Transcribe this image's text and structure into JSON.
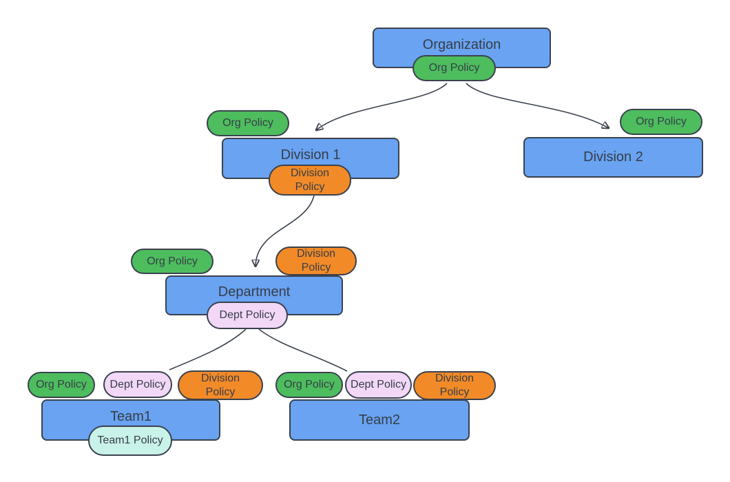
{
  "colors": {
    "node_fill": "#69A3F2",
    "org_green": "#4DBD5E",
    "division_orange": "#F28A28",
    "dept_lavender": "#F2D7F7",
    "team_mint": "#C9F2E9",
    "stroke": "#3A414D",
    "text": "#363D47"
  },
  "diagram": {
    "type": "hierarchy",
    "nodes": [
      {
        "id": "organization",
        "label": "Organization",
        "pills": [
          {
            "type": "org",
            "label": "Org Policy"
          }
        ]
      },
      {
        "id": "division-1",
        "label": "Division 1",
        "pills": [
          {
            "type": "org",
            "label": "Org Policy"
          },
          {
            "type": "division",
            "label": "Division\nPolicy"
          }
        ]
      },
      {
        "id": "division-2",
        "label": "Division 2",
        "pills": [
          {
            "type": "org",
            "label": "Org Policy"
          }
        ]
      },
      {
        "id": "department",
        "label": "Department",
        "pills": [
          {
            "type": "org",
            "label": "Org Policy"
          },
          {
            "type": "division",
            "label": "Division\nPolicy"
          },
          {
            "type": "dept",
            "label": "Dept Policy"
          }
        ]
      },
      {
        "id": "team-1",
        "label": "Team1",
        "pills": [
          {
            "type": "org",
            "label": "Org Policy"
          },
          {
            "type": "dept",
            "label": "Dept Policy"
          },
          {
            "type": "division",
            "label": "Division\nPolicy"
          },
          {
            "type": "team",
            "label": "Team1 Policy"
          }
        ]
      },
      {
        "id": "team-2",
        "label": "Team2",
        "pills": [
          {
            "type": "org",
            "label": "Org Policy"
          },
          {
            "type": "dept",
            "label": "Dept Policy"
          },
          {
            "type": "division",
            "label": "Division\nPolicy"
          }
        ]
      }
    ],
    "edges": [
      {
        "from": "organization-org-policy",
        "to": "division-1",
        "arrow": true
      },
      {
        "from": "organization-org-policy",
        "to": "division-2",
        "arrow": true
      },
      {
        "from": "division-1-division-policy",
        "to": "department",
        "arrow": true
      },
      {
        "from": "department-dept-policy",
        "to": "team-1-dept-policy",
        "arrow": false
      },
      {
        "from": "department-dept-policy",
        "to": "team-2-dept-policy",
        "arrow": false
      }
    ]
  }
}
